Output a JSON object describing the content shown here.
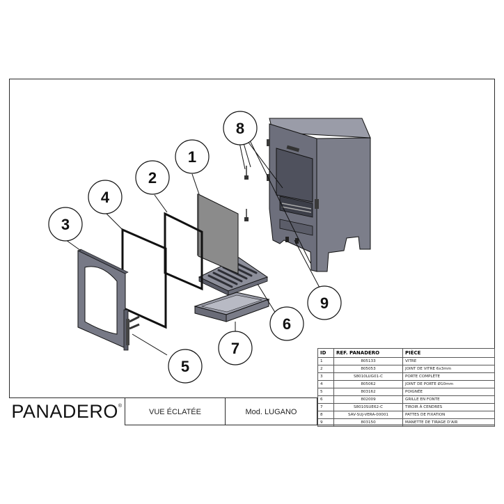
{
  "title_block": {
    "brand": "PANADERO",
    "brand_mark": "®",
    "view_title": "VUE ÉCLATÉE",
    "model": "Mod. LUGANO"
  },
  "callouts": [
    "1",
    "2",
    "3",
    "4",
    "5",
    "6",
    "7",
    "8",
    "9"
  ],
  "parts_table": {
    "headers": {
      "id": "ID",
      "ref": "REF. PANADERO",
      "desc": "PIÈCE"
    },
    "rows": [
      {
        "id": "1",
        "ref": "805133",
        "desc": "VITRE"
      },
      {
        "id": "2",
        "ref": "805053",
        "desc": "JOINT DE VITRE 6x3mm"
      },
      {
        "id": "3",
        "ref": "S8010LUG01-C",
        "desc": "PORTE COMPLÈTE"
      },
      {
        "id": "4",
        "ref": "805062",
        "desc": "JOINT DE PORTE Ø10mm"
      },
      {
        "id": "5",
        "ref": "803162",
        "desc": "POIGNÉE"
      },
      {
        "id": "6",
        "ref": "802009",
        "desc": "GRILLE EN FONTE"
      },
      {
        "id": "7",
        "ref": "S8010SUE62-C",
        "desc": "TIROIR À CENDRES"
      },
      {
        "id": "8",
        "ref": "SAV-SUJ-VERA-00001",
        "desc": "PATTES DE FIXATION"
      },
      {
        "id": "9",
        "ref": "803150",
        "desc": "MANETTE DE TIRAGE D'AIR"
      }
    ]
  },
  "colors": {
    "steel": "#7d7f8c",
    "steel_dark": "#555763",
    "glass": "#8b8b8b",
    "line": "#111111"
  }
}
